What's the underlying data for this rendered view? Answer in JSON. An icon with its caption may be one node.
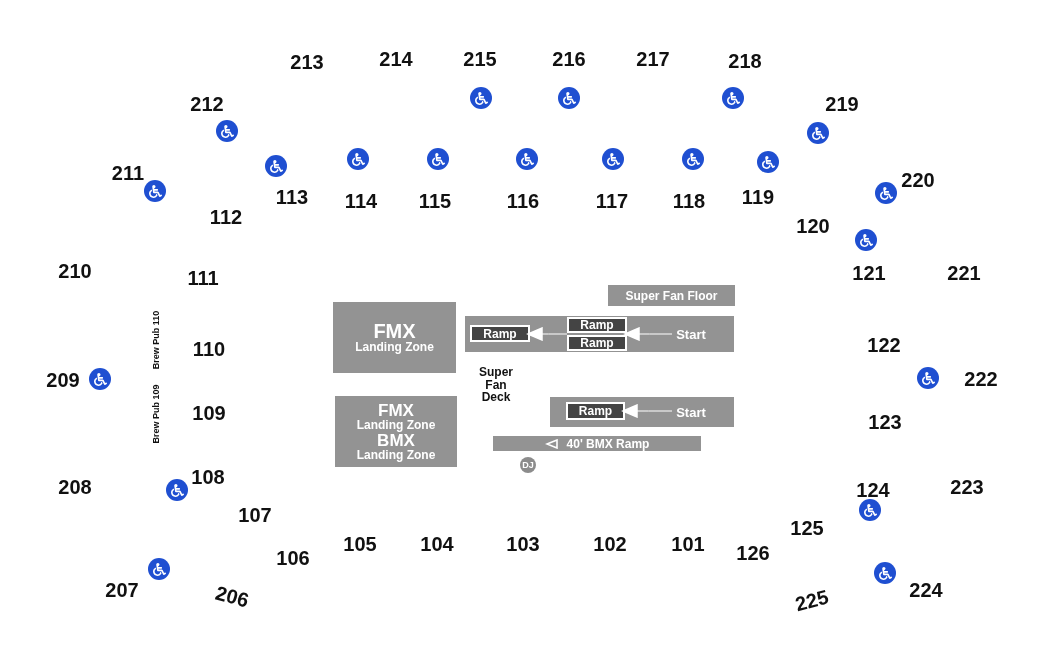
{
  "diagram": {
    "nodes": [
      {
        "text": [
          "FMX",
          "Landing Zone"
        ]
      },
      {
        "text": [
          "Super Fan Floor"
        ]
      },
      {
        "text": [],
        "shape": "box"
      },
      {
        "text": [
          "Ramp"
        ],
        "in": 2
      },
      {
        "text": [
          "Ramp"
        ],
        "in": 2
      },
      {
        "text": [
          "Ramp"
        ],
        "in": 2
      },
      {
        "text": [
          "Start"
        ],
        "in": 2
      },
      {
        "text": [
          "FMX",
          "Landing Zone",
          "BMX",
          "Landing Zone"
        ]
      },
      {
        "text": [],
        "shape": "box"
      },
      {
        "text": [
          "Ramp"
        ],
        "in": 8
      },
      {
        "text": [
          "Start"
        ],
        "in": 8
      },
      {
        "text": [
          "40' BMX Ramp"
        ]
      },
      {
        "text": [
          "DJ"
        ]
      }
    ],
    "edges": [
      {
        "from": 6,
        "to": 4,
        "arrow": "to"
      },
      {
        "from": 6,
        "to": 5,
        "arrow": "to"
      },
      {
        "from": 4,
        "to": 3,
        "arrow": "to"
      },
      {
        "from": 5,
        "to": 3,
        "arrow": "to"
      },
      {
        "from": 10,
        "to": 9,
        "arrow": "to"
      }
    ],
    "labels": [
      "213",
      "214",
      "215",
      "216",
      "217",
      "218",
      "212",
      "219",
      "211",
      "220",
      "113",
      "114",
      "115",
      "116",
      "117",
      "118",
      "119",
      "112",
      "120",
      "210",
      "111",
      "121",
      "221",
      "110",
      "122",
      "209",
      "222",
      "109",
      "123",
      "208",
      "108",
      "124",
      "223",
      "107",
      "125",
      "106",
      "105",
      "104",
      "103",
      "102",
      "101",
      "126",
      "207",
      "206",
      "225",
      "224",
      "Brew Pub 110",
      "Brew Pub 109",
      "Super Fan Deck"
    ]
  }
}
